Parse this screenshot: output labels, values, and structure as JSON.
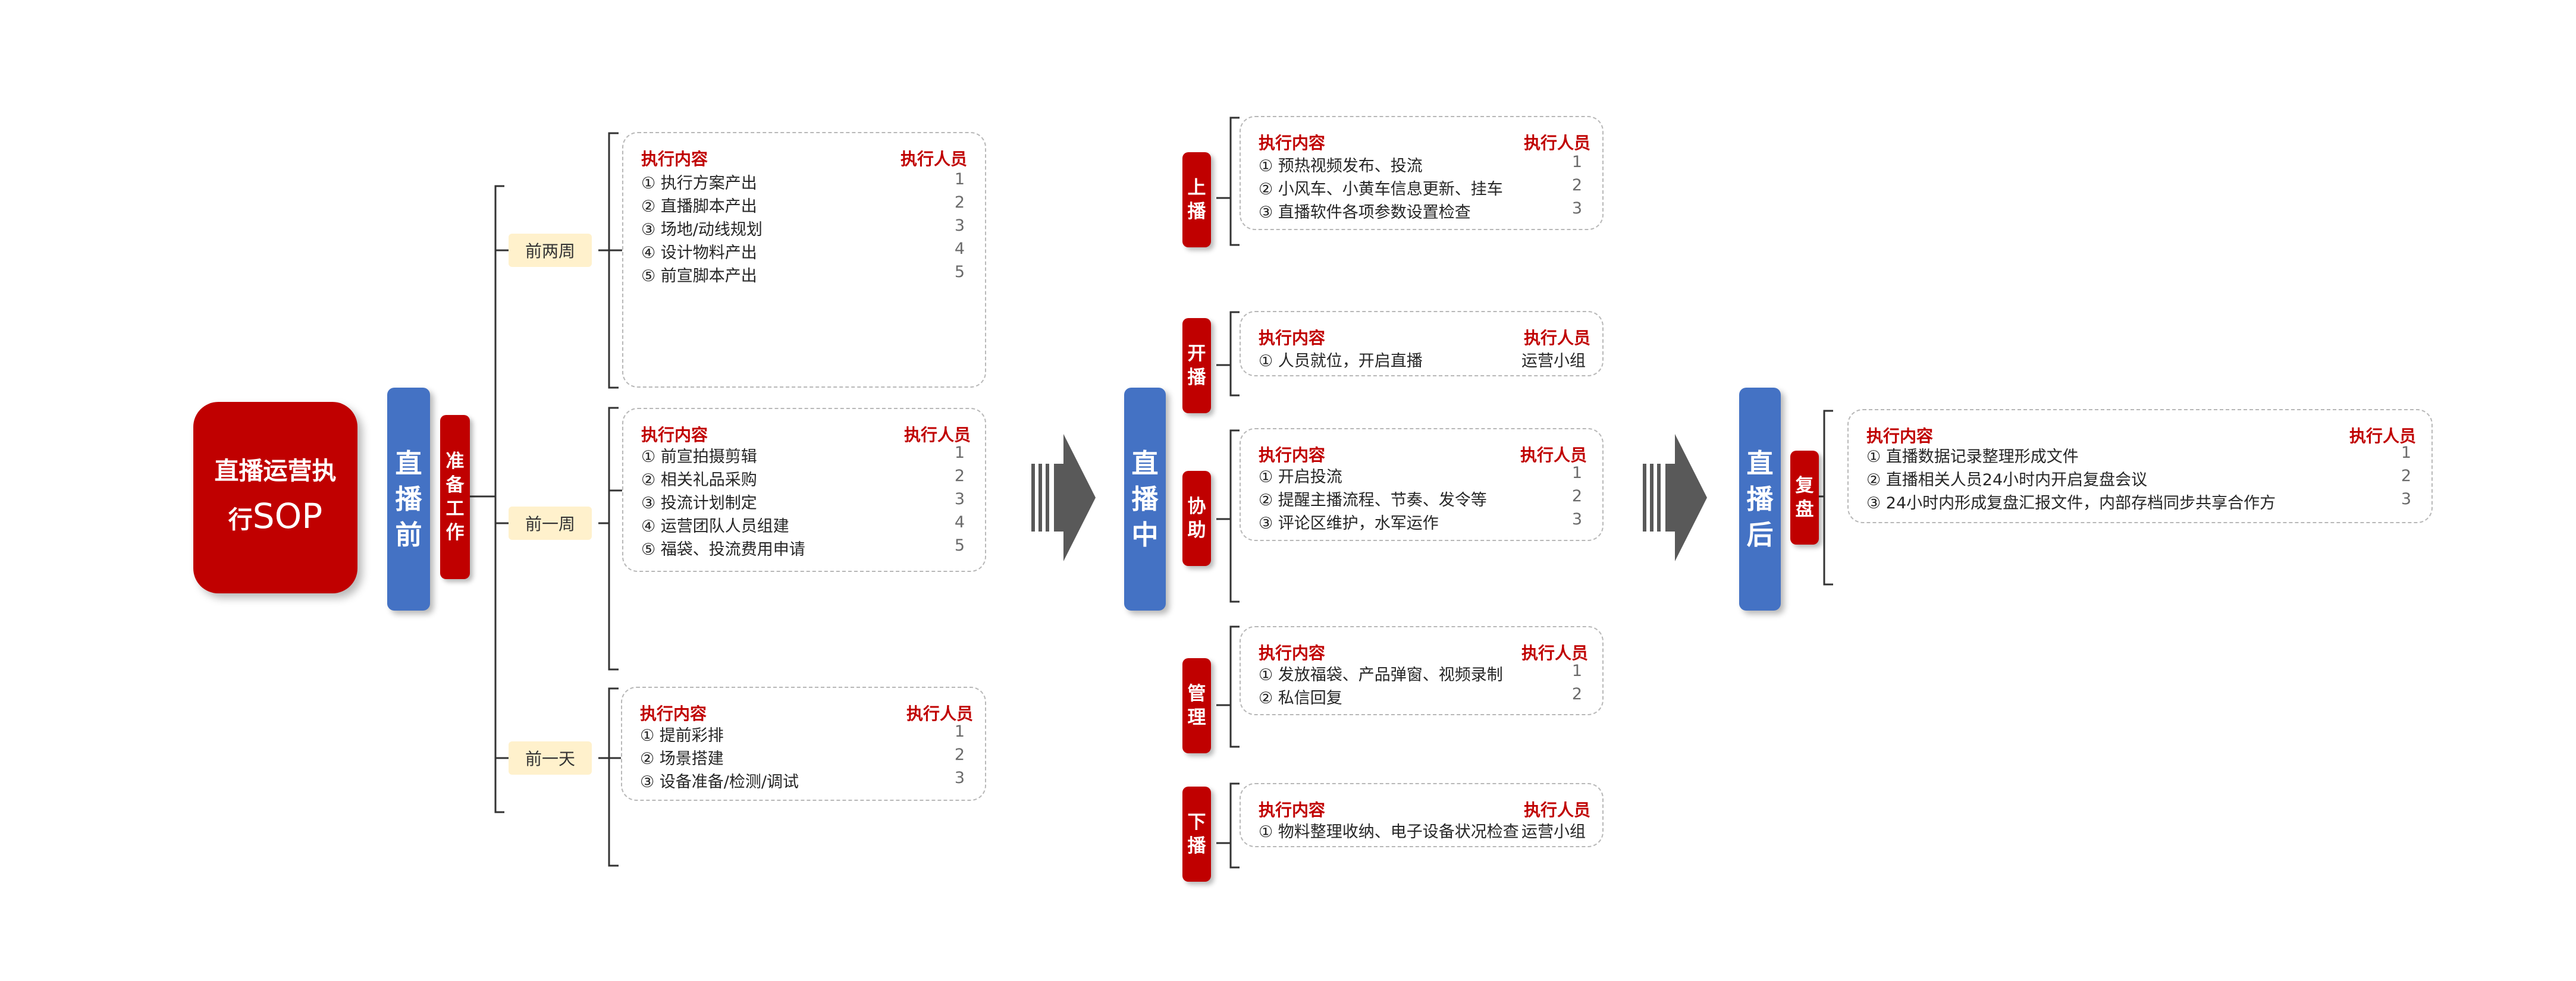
{
  "title": {
    "line1": "直播运营执",
    "line2_cjk": "行",
    "line2_latin": "SOP"
  },
  "labels": {
    "content_header": "执行内容",
    "person_header": "执行人员"
  },
  "phases": {
    "before": {
      "chars": [
        "直",
        "播",
        "前"
      ],
      "sub": [
        "准",
        "备",
        "工",
        "作"
      ]
    },
    "during": {
      "chars": [
        "直",
        "播",
        "中"
      ]
    },
    "after": {
      "chars": [
        "直",
        "播",
        "后"
      ],
      "sub": [
        "复",
        "盘"
      ]
    }
  },
  "timeframes": [
    "前两周",
    "前一周",
    "前一天"
  ],
  "before_cards": [
    {
      "items": [
        {
          "text": "① 执行方案产出",
          "num": "1"
        },
        {
          "text": "② 直播脚本产出",
          "num": "2"
        },
        {
          "text": "③ 场地/动线规划",
          "num": "3"
        },
        {
          "text": "④ 设计物料产出",
          "num": "4"
        },
        {
          "text": "⑤ 前宣脚本产出",
          "num": "5"
        }
      ]
    },
    {
      "items": [
        {
          "text": "① 前宣拍摄剪辑",
          "num": "1"
        },
        {
          "text": "② 相关礼品采购",
          "num": "2"
        },
        {
          "text": "③ 投流计划制定",
          "num": "3"
        },
        {
          "text": "④ 运营团队人员组建",
          "num": "4"
        },
        {
          "text": "⑤ 福袋、投流费用申请",
          "num": "5"
        }
      ]
    },
    {
      "items": [
        {
          "text": "① 提前彩排",
          "num": "1"
        },
        {
          "text": "② 场景搭建",
          "num": "2"
        },
        {
          "text": "③ 设备准备/检测/调试",
          "num": "3"
        }
      ]
    }
  ],
  "during_groups": [
    {
      "name": [
        "上",
        "播"
      ],
      "items": [
        {
          "text": "① 预热视频发布、投流",
          "num": "1"
        },
        {
          "text": "② 小风车、小黄车信息更新、挂车",
          "num": "2"
        },
        {
          "text": "③ 直播软件各项参数设置检查",
          "num": "3"
        }
      ]
    },
    {
      "name": [
        "开",
        "播"
      ],
      "items": [
        {
          "text": "① 人员就位，开启直播",
          "person": "运营小组"
        }
      ]
    },
    {
      "name": [
        "协",
        "助"
      ],
      "items": [
        {
          "text": "① 开启投流",
          "num": "1"
        },
        {
          "text": "② 提醒主播流程、节奏、发令等",
          "num": "2"
        },
        {
          "text": "③ 评论区维护，水军运作",
          "num": "3"
        }
      ]
    },
    {
      "name": [
        "管",
        "理"
      ],
      "items": [
        {
          "text": "① 发放福袋、产品弹窗、视频录制",
          "num": "1"
        },
        {
          "text": "② 私信回复",
          "num": "2"
        }
      ]
    },
    {
      "name": [
        "下",
        "播"
      ],
      "items": [
        {
          "text": "① 物料整理收纳、电子设备状况检查",
          "person": "运营小组"
        }
      ]
    }
  ],
  "after_card": {
    "items": [
      {
        "text": "① 直播数据记录整理形成文件",
        "num": "1"
      },
      {
        "text": "② 直播相关人员24小时内开启复盘会议",
        "num": "2"
      },
      {
        "text": "③ 24小时内形成复盘汇报文件，内部存档同步共享合作方",
        "num": "3"
      }
    ]
  },
  "colors": {
    "primary_red": "#c00000",
    "phase_blue": "#4472c4",
    "tag_cream": "#fff1cc",
    "arrow_gray": "#595959"
  }
}
